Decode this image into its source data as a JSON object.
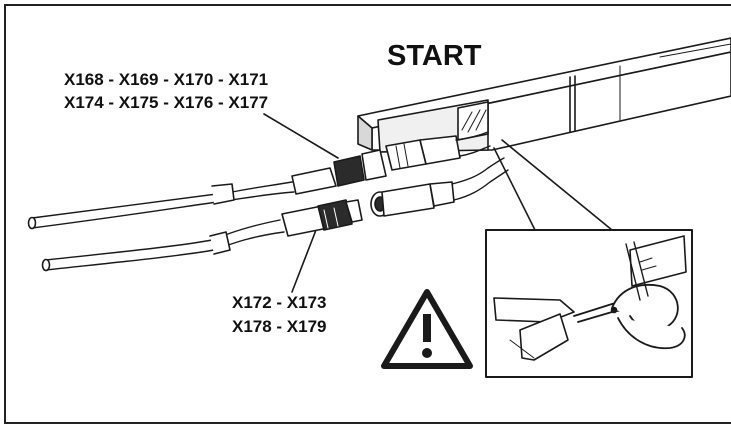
{
  "start_label": "START",
  "connector_group_1": {
    "line1": "X168 - X169 - X170 - X171",
    "line2": "X174 - X175 - X176 - X177"
  },
  "connector_group_2": {
    "line1": "X172 - X173",
    "line2": "X178 - X179"
  },
  "icons": [
    "warning-icon",
    "scissors-icon"
  ],
  "colors": {
    "line": "#1a1a1a",
    "fill": "#ffffff",
    "shade": "#d0d0d0"
  }
}
